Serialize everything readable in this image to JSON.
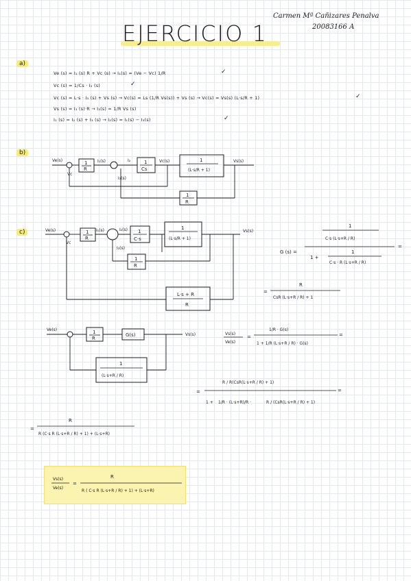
{
  "header": {
    "title": "EJERCICIO 1",
    "author_name": "Carmen Mª Cañizares Penalva",
    "author_id": "20083166 A"
  },
  "part_a": {
    "label": "a)",
    "equations": [
      "Ve (s) = I₁ (s) R + Vc (s)   →   I₁(s) = (Ve − Vc) 1/R",
      "Vc (s) = 1/Cs · I₂ (s)",
      "Vc (s) = L·s · I₃ (s) + Vs (s)   →   Vc(s) = Ls (1/R Vs(s)) + Vs (s)  →  Vc(s) = Vs(s) (L·s/R + 1)",
      "Vs (s) = I₃ (s)·R   →   I₃(s) = 1/R Vs (s)",
      "I₁ (s) = I₂ (s) + I₃ (s)   →   I₂(s) = I₁(s) − I₃(s)"
    ],
    "checks": [
      "✓",
      "✓",
      "✓",
      "✓"
    ]
  },
  "part_b": {
    "label": "b)",
    "signals": {
      "input": "Ve(s)",
      "vc": "Vc",
      "i1": "I₁(s)",
      "i2": "I₂",
      "i3": "I₃(s)",
      "vc_s": "Vc(s)",
      "output": "Vs(s)"
    },
    "blocks": {
      "b1_num": "1",
      "b1_den": "R",
      "b2_num": "1",
      "b2_den": "Cs",
      "b3_num": "1",
      "b3_den": "(L·s/R + 1)",
      "b4_num": "1",
      "b4_den": "R"
    }
  },
  "part_c": {
    "label": "c)",
    "diagram1": {
      "input": "Ve(s)",
      "vc": "Vc",
      "i1": "I₁(s)",
      "i2": "I₂(s)",
      "i3": "I₃(s)",
      "output": "Vs(s)",
      "b1_num": "1",
      "b1_den": "R",
      "b2_num": "1",
      "b2_den": "C·s",
      "b3_num": "1",
      "b3_den": "(L·s/R + 1)",
      "b4_num": "1",
      "b4_den": "R",
      "b5_num": "L·s + R",
      "b5_den": "R"
    },
    "g_expr": {
      "lhs": "G (s) =",
      "num_num": "1",
      "num_den": "C·s (L·s+R / R)",
      "den_prefix": "1 +",
      "den_num": "1",
      "den_den": "C·s · R (L·s+R / R)",
      "tail": "="
    },
    "g_result": {
      "prefix": "=",
      "num": "R",
      "den": "CsR (L·s+R / R) + 1"
    },
    "diagram2": {
      "input": "Ve(s)",
      "output": "Vs(s)",
      "b1_num": "1",
      "b1_den": "R",
      "b2": "G(s)",
      "b3_num": "1",
      "b3_den": "(L·s+R / R)"
    },
    "tf_expr": {
      "lhs_num": "Vs(s)",
      "lhs_den": "Ve(s)",
      "eq": "=",
      "num": "1/R · G(s)",
      "den": "1 + 1/R (L·s+R / R) · G(s)",
      "tail": "="
    },
    "step2": {
      "prefix": "=",
      "num": "R / R(CsR(L·s+R / R) + 1)",
      "den_prefix": "1 +",
      "den_mid": "1/R · (L·s+R)/R ·",
      "den_tail": "R / (CsR(L·s+R / R) + 1)",
      "tail": "="
    },
    "step3": {
      "prefix": "=",
      "num": "R",
      "den": "R (C·s R (L·s+R / R) + 1) + (L·s+R)"
    },
    "final": {
      "lhs_num": "Vs(s)",
      "lhs_den": "Ve(s)",
      "eq": "=",
      "num": "R",
      "den": "R ( C·s R (L·s+R / R) + 1) + (L·s+R)"
    }
  }
}
